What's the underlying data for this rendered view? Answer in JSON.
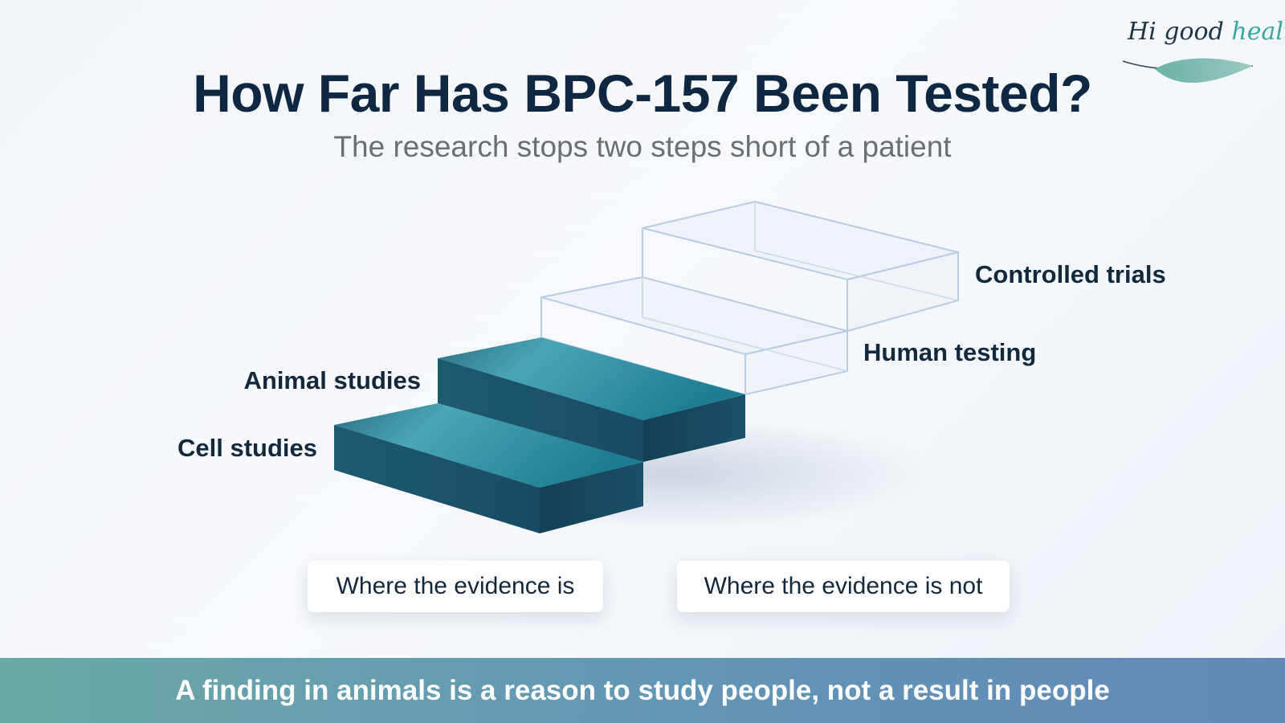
{
  "logo": {
    "text_main": "Hi good ",
    "text_accent": "health"
  },
  "header": {
    "title": "How Far Has BPC-157 Been Tested?",
    "subtitle": "The research stops two steps short of a patient"
  },
  "steps": [
    {
      "label": "Cell studies",
      "status": "evidence"
    },
    {
      "label": "Animal studies",
      "status": "evidence"
    },
    {
      "label": "Human testing",
      "status": "no-evidence"
    },
    {
      "label": "Controlled trials",
      "status": "no-evidence"
    }
  ],
  "legend": {
    "evidence": "Where the evidence is",
    "no_evidence": "Where the evidence is not"
  },
  "footer": {
    "banner": "A finding in animals is a reason to study people, not a result in people"
  },
  "colors": {
    "title": "#0f2740",
    "step_solid": "#1f6f86",
    "step_outline": "#b8cce4",
    "banner_start": "#6aa9a6",
    "banner_end": "#6189b8"
  }
}
